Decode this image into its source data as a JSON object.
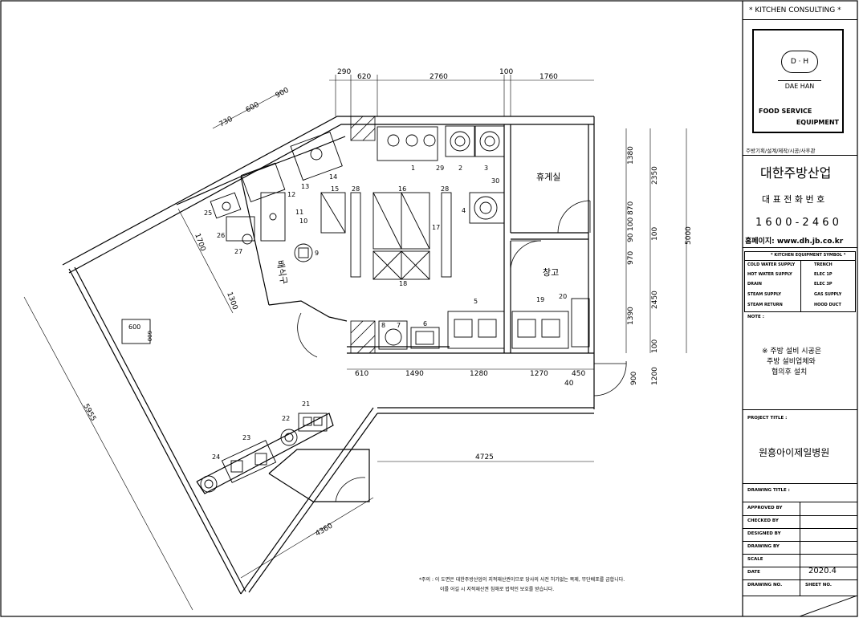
{
  "drawing": {
    "dims_top": [
      "290",
      "620",
      "2760",
      "100",
      "1760"
    ],
    "dims_angle_top": [
      "730",
      "600",
      "900"
    ],
    "dims_right": [
      "1380",
      "2350",
      "870",
      "100",
      "90",
      "100",
      "5000",
      "970",
      "2450",
      "1390",
      "100"
    ],
    "dims_bottom": [
      "610",
      "1490",
      "1280",
      "1270",
      "450",
      "40"
    ],
    "dims_door": [
      "900",
      "1200"
    ],
    "dims_left": [
      "1700",
      "1300",
      "5955"
    ],
    "dims_lower": [
      "4725",
      "4360"
    ],
    "box_label": "600",
    "box_label_v": "600",
    "rooms": {
      "rest": "휴게실",
      "storage": "창고",
      "wash": "배식구"
    },
    "equip_numbers": [
      "1",
      "29",
      "2",
      "3",
      "30",
      "4",
      "15",
      "28",
      "16",
      "28",
      "17",
      "18",
      "12",
      "13",
      "14",
      "11",
      "10",
      "25",
      "26",
      "27",
      "9",
      "5",
      "19",
      "20",
      "8",
      "7",
      "6",
      "21",
      "22",
      "23",
      "24"
    ],
    "note_bottom": [
      "*주의 : 이 도면은 대한주방산업의 지적재산권이므로 당사의 사전 허가없는 복제, 무단배포를 금합니다.",
      "이를 어길 시 지적재산권 침해로 법적인 보호를 받습니다."
    ]
  },
  "titleblock": {
    "header": "* KITCHEN CONSULTING *",
    "logo_dh": "D · H",
    "logo_name": "DAE HAN",
    "fse1": "FOOD SERVICE",
    "fse2": "EQUIPMENT",
    "services": "주방기획/설계/제작/시공/사후관",
    "company": "대한주방산업",
    "phone_label": "대 표 전 화 번 호",
    "phone": "1 6 0 0 - 2 4 6 0",
    "homepage": "홈페이지: www.dh.jb.co.kr",
    "legend_title": "* KITCHEN EQUIPMENT SYMBOL *",
    "legend": [
      [
        "COLD WATER SUPPLY",
        "TRENCH"
      ],
      [
        "HOT WATER SUPPLY",
        "ELEC 1P"
      ],
      [
        "DRAIN",
        "ELEC 3P"
      ],
      [
        "STEAM SUPPLY",
        "GAS SUPPLY"
      ],
      [
        "STEAM RETURN",
        "HOOD DUCT"
      ]
    ],
    "note_label": "NOTE :",
    "note_lines": [
      "※ 주방 설비 시공은",
      "주방 설비업체와",
      "협의후 설치"
    ],
    "project_label": "PROJECT TITLE :",
    "project": "원흥아이제일병원",
    "drawing_title_label": "DRAWING TITLE :",
    "rows": [
      [
        "APPROVED BY",
        ""
      ],
      [
        "CHECKED BY",
        ""
      ],
      [
        "DESIGNED BY",
        ""
      ],
      [
        "DRAWING BY",
        ""
      ],
      [
        "SCALE",
        ""
      ],
      [
        "DATE",
        "2020.4"
      ],
      [
        "DRAWING NO.",
        "SHEET NO."
      ]
    ]
  }
}
